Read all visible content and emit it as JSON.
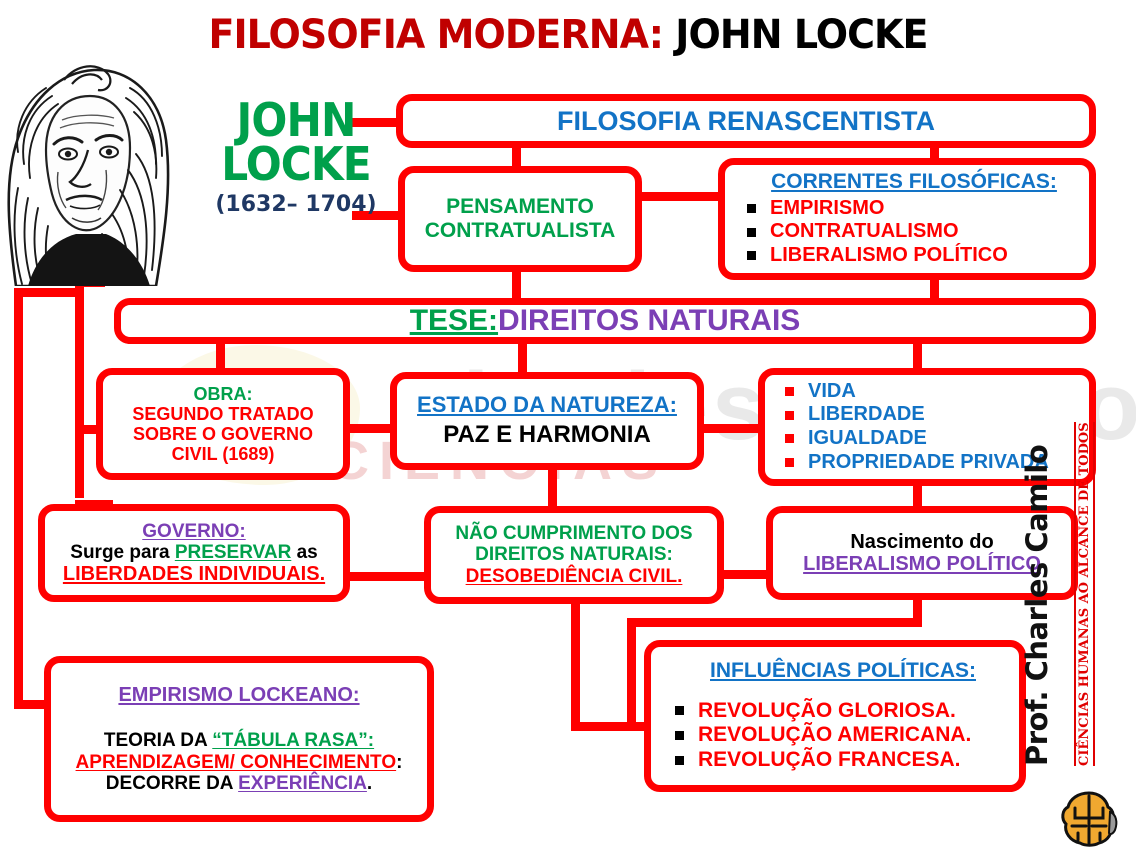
{
  "header": {
    "title_red": "FILOSOFIA MODERNA:",
    "title_black": "JOHN LOCKE"
  },
  "portrait": {
    "alt": "john-locke-engraving-portrait"
  },
  "name_block": {
    "line1": "JOHN",
    "line2": "LOCKE",
    "years": "(1632– 1704)"
  },
  "nodes": {
    "renascentista": {
      "text": "FILOSOFIA RENASCENTISTA"
    },
    "pensamento": {
      "line1": "PENSAMENTO",
      "line2": "CONTRATUALISTA"
    },
    "correntes": {
      "heading": "CORRENTES FILOSÓFICAS:",
      "items": [
        "EMPIRISMO",
        "CONTRATUALISMO",
        "LIBERALISMO POLÍTICO"
      ]
    },
    "tese": {
      "label": "TESE:",
      "value": "DIREITOS NATURAIS"
    },
    "obra": {
      "heading": "OBRA:",
      "line1": "SEGUNDO TRATADO",
      "line2": "SOBRE O GOVERNO",
      "line3": "CIVIL (1689)"
    },
    "estado_natureza": {
      "heading": "ESTADO DA NATUREZA:",
      "value": "PAZ E HARMONIA"
    },
    "direitos_lista": {
      "items": [
        "VIDA",
        "LIBERDADE",
        "IGUALDADE",
        "PROPRIEDADE PRIVADA"
      ]
    },
    "governo": {
      "heading": "GOVERNO:",
      "l2_a": "Surge para ",
      "l2_b": "PRESERVAR",
      "l2_c": " as",
      "l3": "LIBERDADES INDIVIDUAIS."
    },
    "nao_cumprimento": {
      "l1": "NÃO CUMPRIMENTO DOS",
      "l2": "DIREITOS NATURAIS:",
      "l3": "DESOBEDIÊNCIA CIVIL."
    },
    "nascimento": {
      "l1": "Nascimento do",
      "l2": "LIBERALISMO POLÍTICO"
    },
    "empirismo": {
      "heading": "EMPIRISMO LOCKEANO:",
      "l2_a": "TEORIA DA ",
      "l2_b": "“TÁBULA RASA”:",
      "l3": "APRENDIZAGEM/ CONHECIMENTO",
      "l3_tail": ":",
      "l4_a": "DECORRE DA ",
      "l4_b": "EXPERIÊNCIA",
      "l4_c": "."
    },
    "influencias": {
      "heading": "INFLUÊNCIAS POLÍTICAS:",
      "items": [
        "REVOLUÇÃO GLORIOSA.",
        "REVOLUÇÃO AMERICANA.",
        "REVOLUÇÃO FRANCESA."
      ]
    }
  },
  "signature": {
    "name": "Prof. Charles Camilo",
    "tagline": "CIÊNCIAS HUMANAS AO ALCANCE DE TODOS",
    "logo": "brain-icon"
  },
  "watermark": {
    "big": "Prof. Charles Camilo",
    "small": "CIÊNCIAS"
  },
  "colors": {
    "red": "#FF0000",
    "blue": "#1273C6",
    "green": "#00A04B",
    "purple": "#7B3FB5",
    "navy": "#1F3864",
    "black": "#000000",
    "title_red": "#C00000",
    "brain_gold": "#F0A830"
  }
}
